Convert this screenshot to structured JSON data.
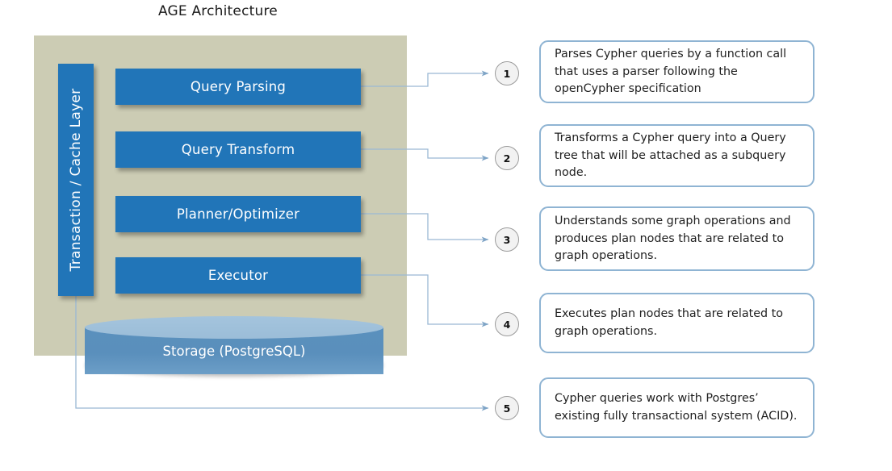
{
  "title": "AGE Architecture",
  "colors": {
    "panel_backdrop": "#ccccb4",
    "component_blue": "#2175b8",
    "storage_body": "#5a8fbc",
    "storage_top": "#9bbdd8",
    "callout_border": "#8fb4d3",
    "connector": "#9ab8d4",
    "circle_fill": "#f2f2f2",
    "circle_border": "#9b9b9b"
  },
  "architecture": {
    "side_layer": {
      "label": "Transaction / Cache Layer"
    },
    "components": [
      {
        "label": "Query Parsing"
      },
      {
        "label": "Query Transform"
      },
      {
        "label": "Planner/Optimizer"
      },
      {
        "label": "Executor"
      }
    ],
    "storage": {
      "label": "Storage (PostgreSQL)"
    }
  },
  "callouts": [
    {
      "number": "1",
      "text": "Parses Cypher queries by a function call that uses a parser following the openCypher specification"
    },
    {
      "number": "2",
      "text": "Transforms a Cypher query into a Query tree that will be attached as a subquery node."
    },
    {
      "number": "3",
      "text": "Understands some graph operations and produces plan nodes that are related to graph operations."
    },
    {
      "number": "4",
      "text": "Executes plan nodes that are related to graph operations."
    },
    {
      "number": "5",
      "text": "Cypher queries work with Postgres’ existing fully transactional system (ACID)."
    }
  ]
}
